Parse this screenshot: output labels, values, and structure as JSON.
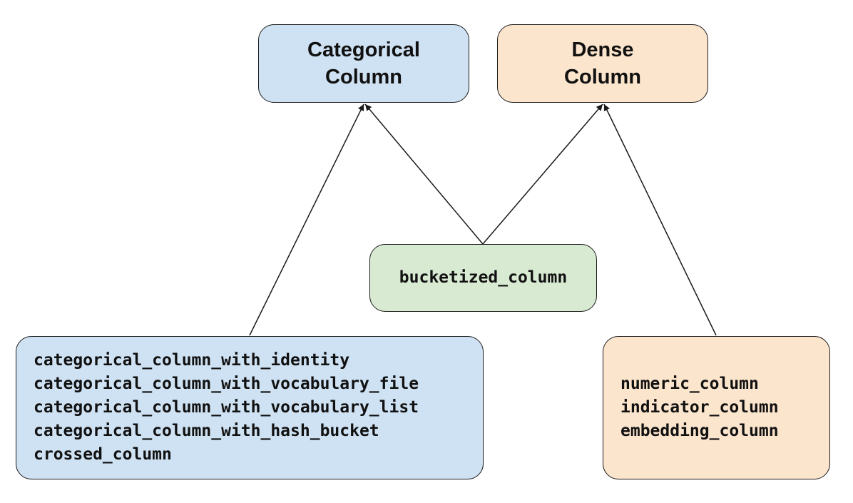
{
  "colors": {
    "categorical_fill": "#cfe2f3",
    "dense_fill": "#fce5cd",
    "bucketized_fill": "#d9ead3",
    "stroke": "#1a1a1a",
    "text": "#111111"
  },
  "nodes": {
    "categorical": {
      "lines": [
        "Categorical",
        "Column"
      ]
    },
    "dense": {
      "lines": [
        "Dense",
        "Column"
      ]
    },
    "bucketized": {
      "lines": [
        "bucketized_column"
      ]
    },
    "categorical_list": {
      "lines": [
        "categorical_column_with_identity",
        "categorical_column_with_vocabulary_file",
        "categorical_column_with_vocabulary_list",
        "categorical_column_with_hash_bucket",
        "crossed_column"
      ]
    },
    "dense_list": {
      "lines": [
        "numeric_column",
        "indicator_column",
        "embedding_column"
      ]
    }
  },
  "edges": [
    {
      "from": "categorical_list",
      "to": "categorical"
    },
    {
      "from": "bucketized",
      "to": "categorical"
    },
    {
      "from": "bucketized",
      "to": "dense"
    },
    {
      "from": "dense_list",
      "to": "dense"
    }
  ]
}
